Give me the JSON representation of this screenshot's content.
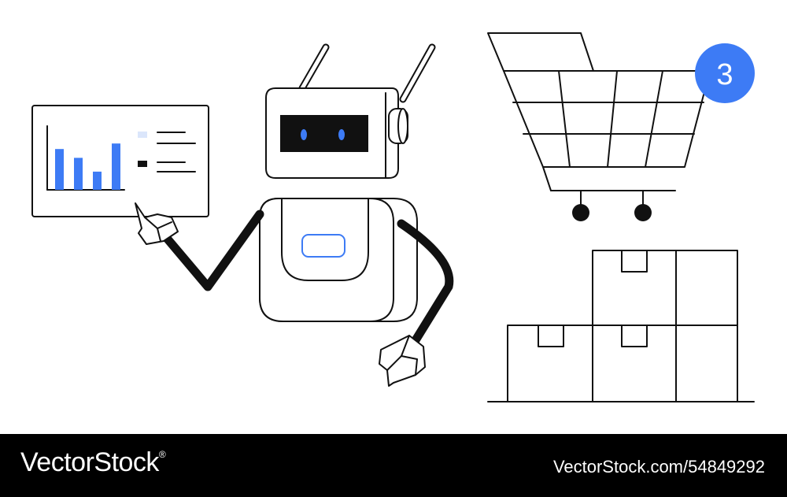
{
  "colors": {
    "accent": "#3d7bf5",
    "ink": "#111111",
    "background": "#ffffff",
    "footer": "#000000",
    "legend_light": "#dbe6fb"
  },
  "illustration": {
    "icons": [
      "robot-icon",
      "chart-board-icon",
      "shopping-cart-icon",
      "boxes-icon"
    ],
    "cart_badge": "3",
    "chart_bars": [
      0.74,
      0.58,
      0.33,
      0.84
    ]
  },
  "footer": {
    "brand": "VectorStock",
    "brand_mark": "®",
    "image_id": "VectorStock.com/54849292"
  }
}
